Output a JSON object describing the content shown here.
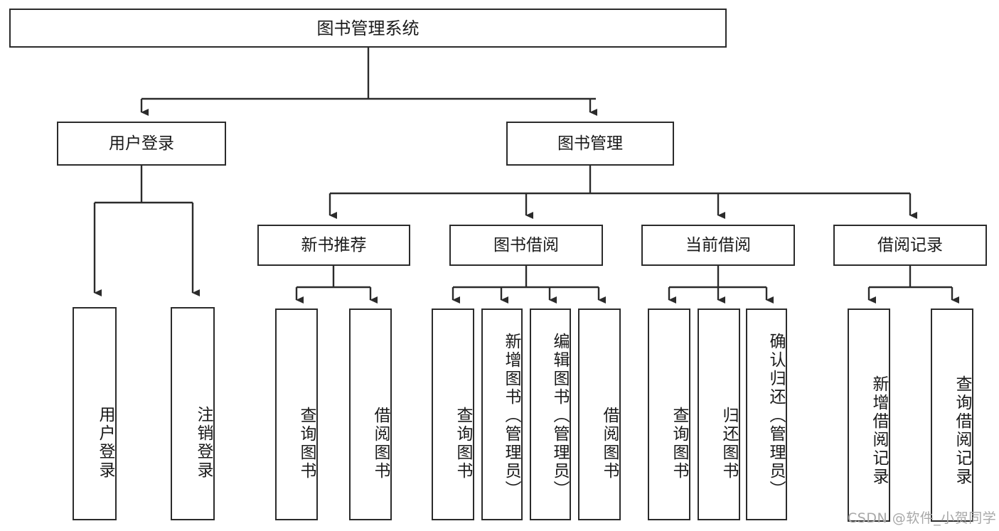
{
  "diagram": {
    "type": "tree-hierarchy-flowchart",
    "title": "图书管理系统",
    "root": {
      "id": "root",
      "label": "图书管理系统",
      "orientation": "horizontal"
    },
    "level2": [
      {
        "id": "user-login",
        "label": "用户登录",
        "orientation": "horizontal"
      },
      {
        "id": "book-management",
        "label": "图书管理",
        "orientation": "horizontal"
      }
    ],
    "level3": [
      {
        "id": "new-book-recommend",
        "label": "新书推荐",
        "parent": "book-management",
        "orientation": "horizontal"
      },
      {
        "id": "book-borrow",
        "label": "图书借阅",
        "parent": "book-management",
        "orientation": "horizontal"
      },
      {
        "id": "current-borrow",
        "label": "当前借阅",
        "parent": "book-management",
        "orientation": "horizontal"
      },
      {
        "id": "borrow-record",
        "label": "借阅记录",
        "parent": "book-management",
        "orientation": "horizontal"
      }
    ],
    "leaves": [
      {
        "id": "leaf-user-login",
        "label": "用户登录",
        "parent": "user-login",
        "orientation": "vertical"
      },
      {
        "id": "leaf-user-logout",
        "label": "注销登录",
        "parent": "user-login",
        "orientation": "vertical"
      },
      {
        "id": "leaf-query-book-1",
        "label": "查询图书",
        "parent": "new-book-recommend",
        "orientation": "vertical"
      },
      {
        "id": "leaf-borrow-book-1",
        "label": "借阅图书",
        "parent": "new-book-recommend",
        "orientation": "vertical"
      },
      {
        "id": "leaf-query-book-2",
        "label": "查询图书",
        "parent": "book-borrow",
        "orientation": "vertical"
      },
      {
        "id": "leaf-add-book",
        "label": "新增图书（管理员）",
        "parent": "book-borrow",
        "orientation": "vertical"
      },
      {
        "id": "leaf-edit-book",
        "label": "编辑图书（管理员）",
        "parent": "book-borrow",
        "orientation": "vertical"
      },
      {
        "id": "leaf-borrow-book-2",
        "label": "借阅图书",
        "parent": "book-borrow",
        "orientation": "vertical"
      },
      {
        "id": "leaf-query-book-3",
        "label": "查询图书",
        "parent": "current-borrow",
        "orientation": "vertical"
      },
      {
        "id": "leaf-return-book",
        "label": "归还图书",
        "parent": "current-borrow",
        "orientation": "vertical"
      },
      {
        "id": "leaf-confirm-return",
        "label": "确认归还（管理员）",
        "parent": "current-borrow",
        "orientation": "vertical"
      },
      {
        "id": "leaf-add-record",
        "label": "新增借阅记录",
        "parent": "borrow-record",
        "orientation": "vertical"
      },
      {
        "id": "leaf-query-record",
        "label": "查询借阅记录",
        "parent": "borrow-record",
        "orientation": "vertical"
      }
    ]
  },
  "watermark": {
    "text": "CSDN @软件_小贺同学"
  },
  "colors": {
    "stroke": "#2b2b2b",
    "background": "#ffffff",
    "text": "#1a1a1a",
    "watermark": "#a8a8a8"
  }
}
